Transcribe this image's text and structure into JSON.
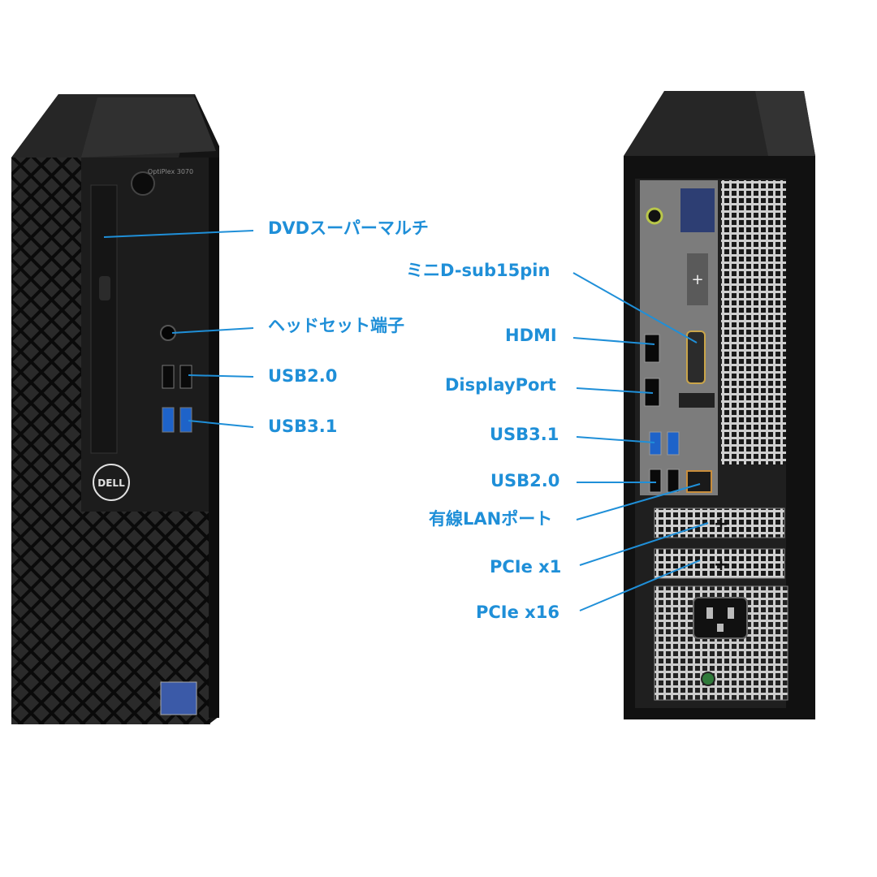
{
  "colors": {
    "accent": "#1f8fd8",
    "case": "#141414",
    "panel": "#1c1c1c",
    "metal": "#9a9a9a"
  },
  "front": {
    "model_text": "OptiPlex 3070",
    "logo_text": "DELL",
    "labels": {
      "dvd": "DVDスーパーマルチ",
      "headset": "ヘッドセット端子",
      "usb2": "USB2.0",
      "usb3": "USB3.1"
    }
  },
  "rear": {
    "labels": {
      "vga": "ミニD-sub15pin",
      "hdmi": "HDMI",
      "displayport": "DisplayPort",
      "usb3": "USB3.1",
      "usb2": "USB2.0",
      "lan": "有線LANポート",
      "pcie_x1": "PCIe x1",
      "pcie_x16": "PCIe x16"
    }
  }
}
